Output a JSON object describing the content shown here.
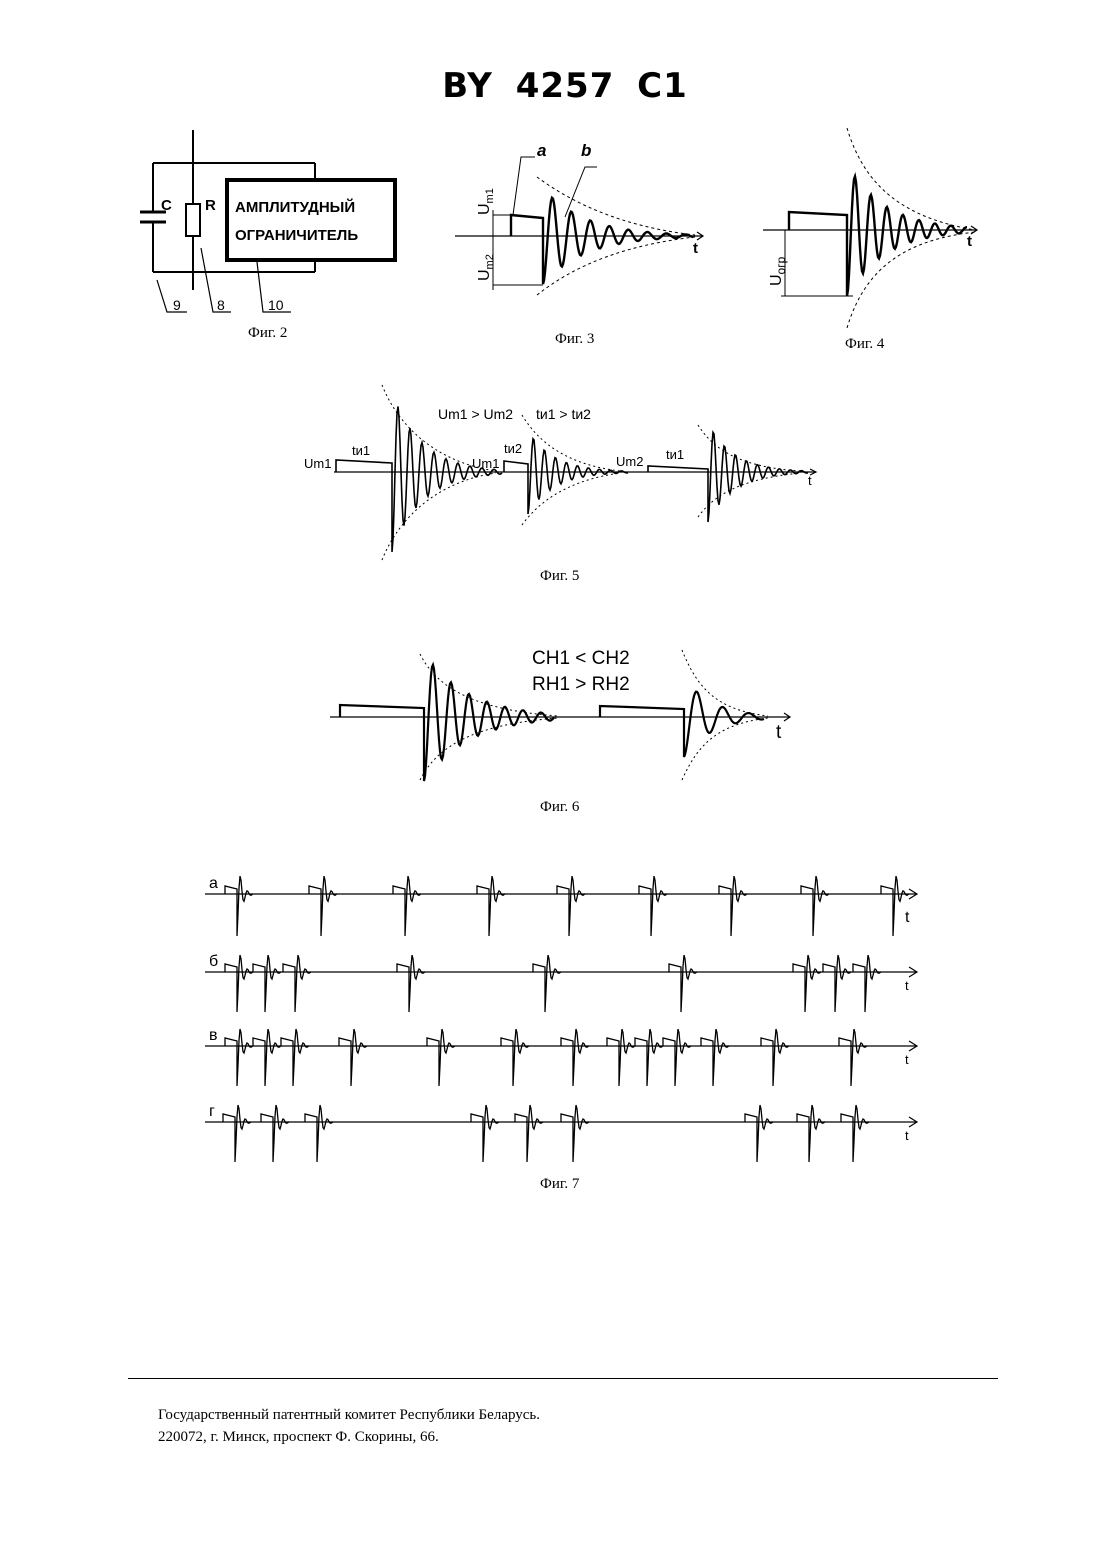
{
  "header": {
    "patent_number": "BY 4257 C1"
  },
  "fig2": {
    "caption": "Фиг. 2",
    "label_c": "C",
    "label_r": "R",
    "box_line1": "АМПЛИТУДНЫЙ",
    "box_line2": "ОГРАНИЧИТЕЛЬ",
    "ref_9": "9",
    "ref_8": "8",
    "ref_10": "10"
  },
  "fig3": {
    "caption": "Фиг. 3",
    "label_a": "a",
    "label_b": "b",
    "um1": "U",
    "um1_sub": "m1",
    "um2": "U",
    "um2_sub": "m2",
    "t": "t"
  },
  "fig4": {
    "caption": "Фиг. 4",
    "uogr": "U",
    "uogr_sub": "огр",
    "t": "t"
  },
  "fig5": {
    "caption": "Фиг. 5",
    "rel_u": "Um1 > Um2",
    "rel_t": "tи1 > tи2",
    "um1_a": "Um1",
    "ti1_a": "tи1",
    "um1_b": "Um1",
    "ti2": "tи2",
    "um2": "Um2",
    "ti1_b": "tи1",
    "t": "t"
  },
  "fig6": {
    "caption": "Фиг. 6",
    "rel_c": "CH1 < CH2",
    "rel_r": "RH1 > RH2",
    "t": "t"
  },
  "fig7": {
    "caption": "Фиг. 7",
    "rows": [
      "а",
      "б",
      "в",
      "г"
    ],
    "t": "t"
  },
  "footer": {
    "line1": "Государственный патентный комитет Республики Беларусь.",
    "line2": "220072, г. Минск, проспект Ф. Скорины, 66."
  }
}
